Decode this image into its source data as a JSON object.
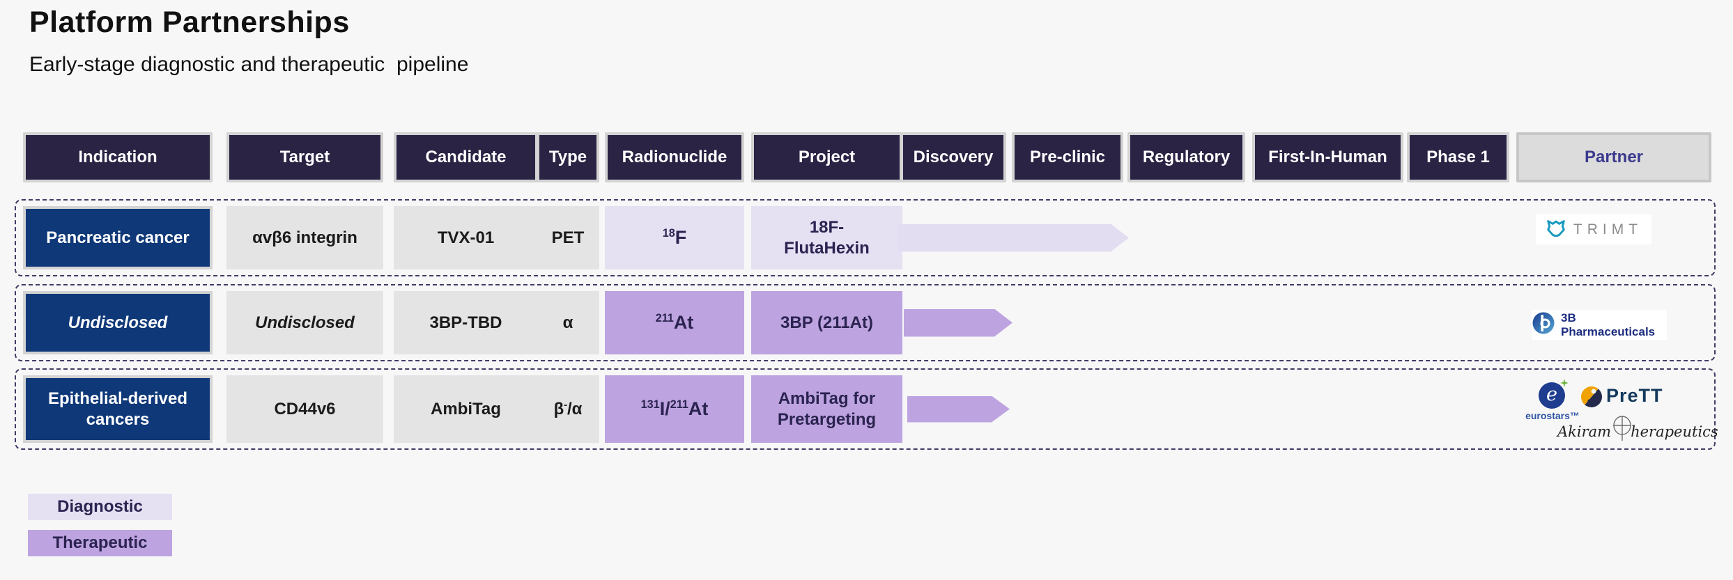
{
  "slide": {
    "title": "Platform Partnerships",
    "subtitle": "Early-stage diagnostic and therapeutic  pipeline"
  },
  "header": {
    "indication": "Indication",
    "target": "Target",
    "candidate": "Candidate",
    "type": "Type",
    "radionuclide": "Radionuclide",
    "project": "Project",
    "stages": [
      "Discovery",
      "Pre-clinic",
      "Regulatory",
      "First-In-Human",
      "Phase 1"
    ],
    "partner": "Partner"
  },
  "rows": [
    {
      "indication": "Pancreatic cancer",
      "target": "αvβ6 integrin",
      "candidate": "TVX-01",
      "type": {
        "pre": "PET",
        "sup": "",
        "post": ""
      },
      "radionuclide": {
        "sup1": "18",
        "base1": "F",
        "sup2": "",
        "base2": ""
      },
      "project": "18F-FlutaHexin",
      "modality": "Diagnostic",
      "progress_stages_reached": 2,
      "partner": "TRIMT"
    },
    {
      "indication": "Undisclosed",
      "target": "Undisclosed",
      "candidate": "3BP-TBD",
      "type": {
        "pre": "α",
        "sup": "",
        "post": ""
      },
      "radionuclide": {
        "sup1": "211",
        "base1": "At",
        "sup2": "",
        "base2": ""
      },
      "project": "3BP (211At)",
      "modality": "Therapeutic",
      "progress_stages_reached": 1,
      "partner": "3B Pharmaceuticals"
    },
    {
      "indication": "Epithelial-derived cancers",
      "target": "CD44v6",
      "candidate": "AmbiTag",
      "type": {
        "pre": "β",
        "sup": "-",
        "post": "/α"
      },
      "radionuclide": {
        "sup1": "131",
        "base1": "I/",
        "sup2": "211",
        "base2": "At"
      },
      "project": "AmbiTag for Pretargeting",
      "modality": "Therapeutic",
      "progress_stages_reached": 1,
      "partner": "eurostars / PreTT / Akiram Therapeutics"
    }
  ],
  "logos": {
    "trimt": {
      "wordmark": "TRIMT"
    },
    "threeb": {
      "wordmark": "3B Pharmaceuticals"
    },
    "eurostars": {
      "glyph": "e",
      "wordmark": "eurostars™"
    },
    "prett": {
      "wordmark": "PreTT"
    },
    "akiram": {
      "left": "Akiram",
      "right": "herapeutics"
    }
  },
  "legend": [
    {
      "label": "Diagnostic",
      "color": "#e5e1f3"
    },
    {
      "label": "Therapeutic",
      "color": "#bda4e0"
    }
  ],
  "colors": {
    "header_navy": "#2a2344",
    "indication_blue": "#0f3878",
    "cell_gray": "#e4e4e4",
    "diagnostic_lavender": "#e5e1f3",
    "therapeutic_purple": "#bda4e0",
    "partner_header_text": "#3b3a8e",
    "dashed_border": "#403c66"
  }
}
